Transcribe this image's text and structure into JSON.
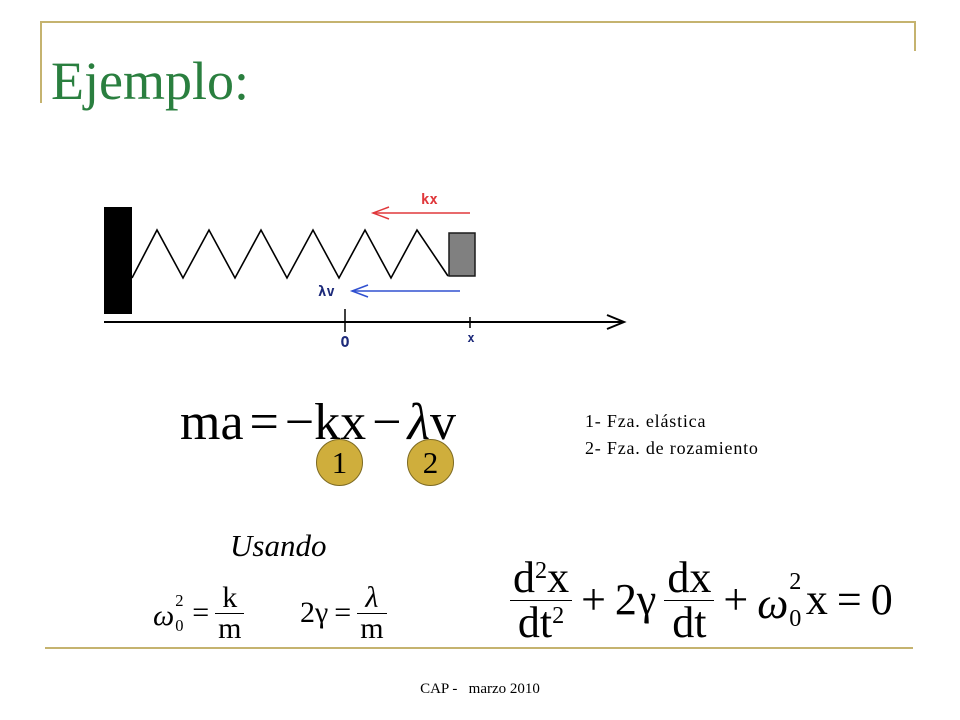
{
  "slide": {
    "title": "Ejemplo:",
    "footer": "CAP -   marzo 2010"
  },
  "colors": {
    "title": "#2a7f3f",
    "frame": "#c5b36f",
    "badge_fill": "#cfae3c",
    "badge_border": "#7d6a22",
    "elastic_force": "#e0383c",
    "friction_force": "#3050d0",
    "diagram_labels": "#1d2a7a"
  },
  "diagram": {
    "elastic_force_label": "kx",
    "friction_force_label": "λv",
    "origin_label": "O",
    "position_label": "x"
  },
  "equation_of_motion": {
    "lhs": "ma",
    "equals": "=",
    "elastic_term": "−kx",
    "minus": "−",
    "friction_coefficient": "λ",
    "friction_variable": "v"
  },
  "force_markers": [
    "1",
    "2"
  ],
  "legend": [
    "1- Fza. elástica",
    "2- Fza. de rozamiento"
  ],
  "using_label": "Usando",
  "definitions": {
    "natural_frequency": {
      "symbol": "ω",
      "subscript": "0",
      "superscript": "2",
      "equals": "=",
      "numerator": "k",
      "denominator": "m"
    },
    "damping": {
      "lhs": "2γ",
      "equals": "=",
      "numerator": "λ",
      "denominator": "m"
    }
  },
  "differential_equation": {
    "second_derivative": {
      "num_d": "d",
      "num_order": "2",
      "num_var": "x",
      "den_d": "dt",
      "den_order": "2"
    },
    "plus_1": "+",
    "damping_coefficient": "2γ",
    "first_derivative": {
      "num": "dx",
      "den": "dt"
    },
    "plus_2": "+",
    "omega": {
      "symbol": "ω",
      "subscript": "0",
      "superscript": "2"
    },
    "variable": "x",
    "equals": "=",
    "rhs": "0"
  }
}
